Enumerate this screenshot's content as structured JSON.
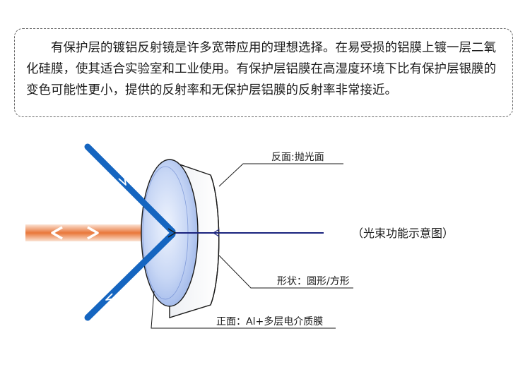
{
  "description": "有保护层的镀铝反射镜是许多宽带应用的理想选择。在易受损的铝膜上镀一层二氧化硅膜，使其适合实验室和工业使用。有保护层铝膜在高湿度环境下比有保护层银膜的变色可能性更小，提供的反射率和无保护层铝膜的反射率非常接近。",
  "labels": {
    "back_face": "反面:抛光面",
    "shape": "形状：圆形/方形",
    "front_face": "正面：Al+多层电介质膜",
    "caption": "（光束功能示意图）"
  },
  "colors": {
    "reflected_beam": "#1565c0",
    "incident_beam": "#f08a4b",
    "transmitted_beam": "#1a237e",
    "mirror_face": "#b9cbf2"
  }
}
